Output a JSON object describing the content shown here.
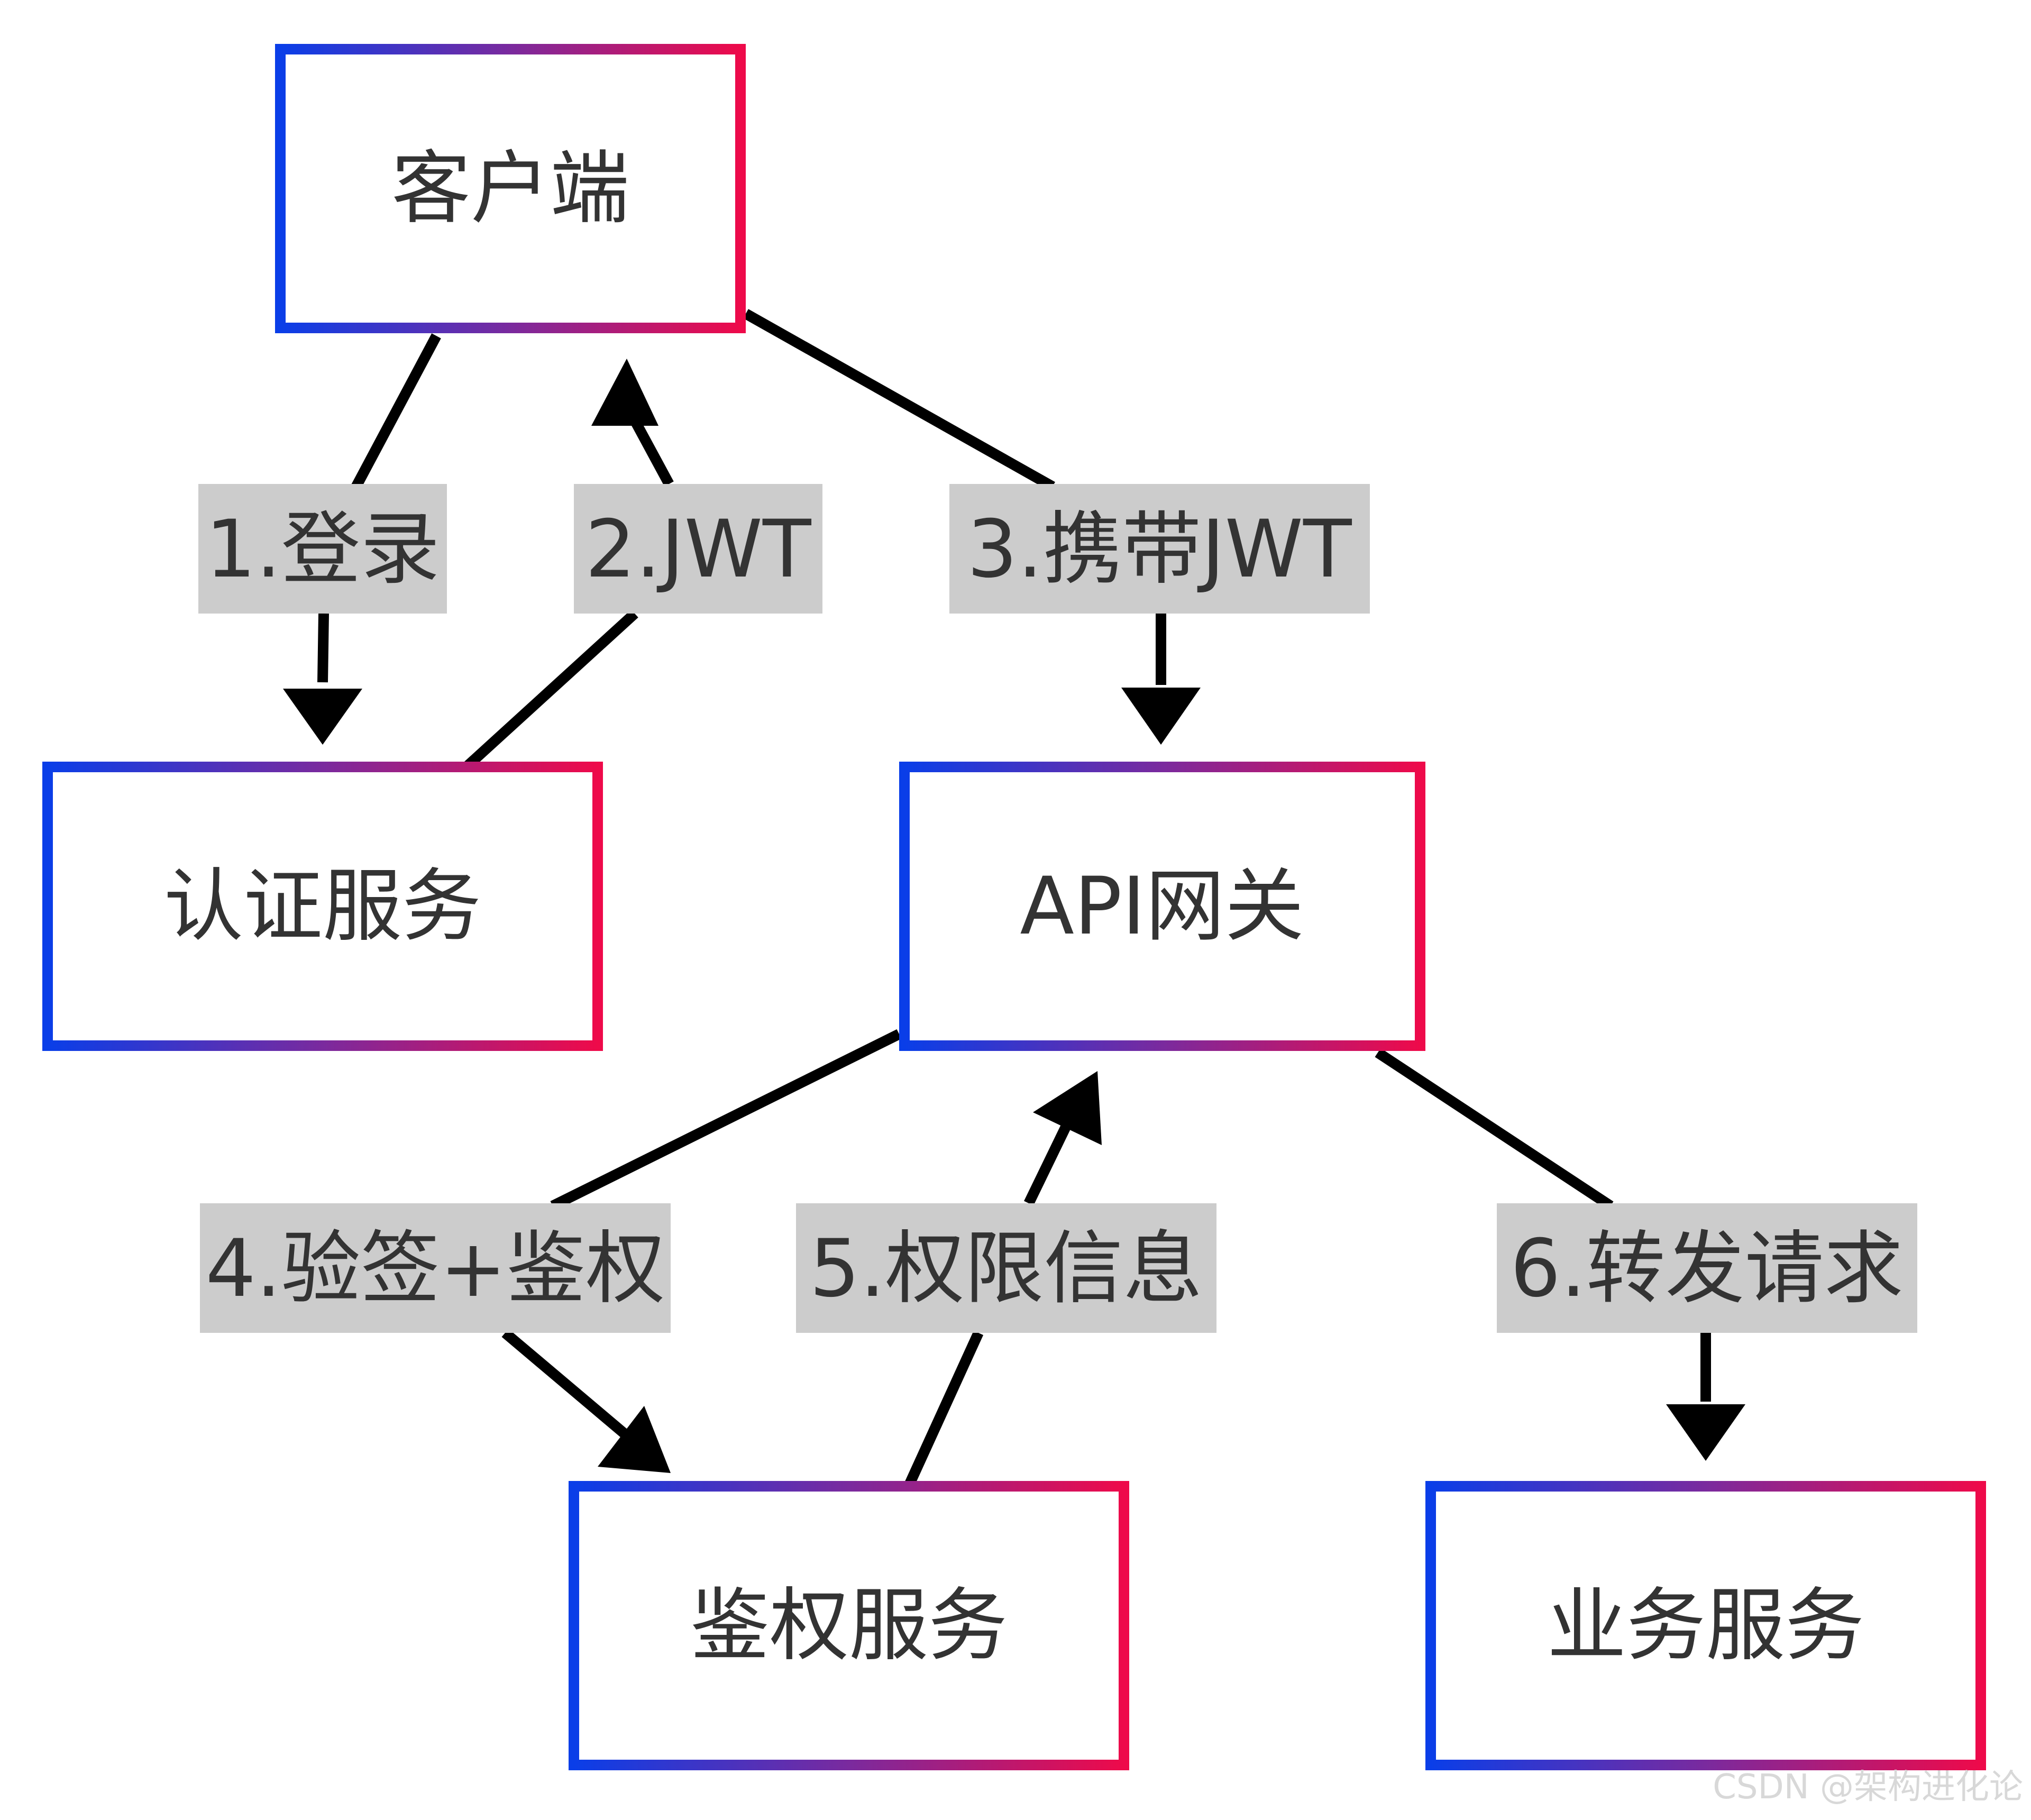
{
  "colors": {
    "background": "#ffffff",
    "border_gradient_start": "#0a3ee8",
    "border_gradient_mid": "#7a2a9e",
    "border_gradient_end": "#ee0a4a",
    "edge": "#000000",
    "label_background": "#cccccc",
    "text": "#333333",
    "watermark": "#d8d8d8"
  },
  "nodes": {
    "client": "客户端",
    "auth_service": "认证服务",
    "api_gateway": "API网关",
    "authz_service": "鉴权服务",
    "business_service": "业务服务"
  },
  "edges": {
    "login": "1.登录",
    "jwt": "2.JWT",
    "carry_jwt": "3.携带JWT",
    "verify": "4.验签+鉴权",
    "permission": "5.权限信息",
    "forward": "6.转发请求"
  },
  "watermark": "CSDN @架构进化论"
}
